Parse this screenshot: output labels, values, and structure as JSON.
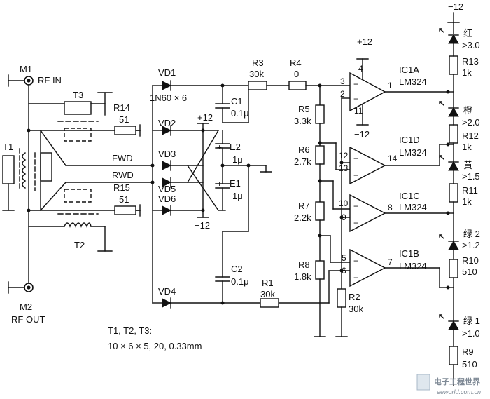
{
  "ports": {
    "m1": "M1",
    "rf_in": "RF IN",
    "m2": "M2",
    "rf_out": "RF OUT"
  },
  "transformers": {
    "t1": "T1",
    "t2": "T2",
    "t3": "T3"
  },
  "resistors": {
    "r14": {
      "name": "R14",
      "value": "51"
    },
    "r15": {
      "name": "R15",
      "value": "51"
    },
    "r3": {
      "name": "R3",
      "value": "30k"
    },
    "r4": {
      "name": "R4",
      "value": "0"
    },
    "r5": {
      "name": "R5",
      "value": "3.3k"
    },
    "r6": {
      "name": "R6",
      "value": "2.7k"
    },
    "r7": {
      "name": "R7",
      "value": "2.2k"
    },
    "r8": {
      "name": "R8",
      "value": "1.8k"
    },
    "r1": {
      "name": "R1",
      "value": "30k"
    },
    "r2": {
      "name": "R2",
      "value": "30k"
    },
    "r13": {
      "name": "R13",
      "value": "1k"
    },
    "r12": {
      "name": "R12",
      "value": "1k"
    },
    "r11": {
      "name": "R11",
      "value": "1k"
    },
    "r10": {
      "name": "R10",
      "value": "510"
    },
    "r9": {
      "name": "R9",
      "value": "510"
    }
  },
  "diodes": {
    "vd1": "VD1",
    "vd1_part": "1N60 × 6",
    "vd2": "VD2",
    "vd3": "VD3",
    "vd4": "VD4",
    "vd5": "VD5",
    "vd6": "VD6"
  },
  "capacitors": {
    "c1": {
      "name": "C1",
      "value": "0.1μ"
    },
    "c2": {
      "name": "C2",
      "value": "0.1μ"
    },
    "e1": {
      "name": "E1",
      "value": "1μ"
    },
    "e2": {
      "name": "E2",
      "value": "1μ"
    }
  },
  "nets": {
    "fwd": "FWD",
    "rwd": "RWD"
  },
  "supplies": {
    "plus12": "+12",
    "minus12": "−12"
  },
  "opamps": {
    "ic1a": {
      "name": "IC1A",
      "part": "LM324",
      "pins": {
        "in_p": "3",
        "in_n": "2",
        "out": "1",
        "vplus": "4",
        "vminus": "11"
      }
    },
    "ic1d": {
      "name": "IC1D",
      "part": "LM324",
      "pins": {
        "in_p": "12",
        "in_n": "13",
        "out": "14"
      }
    },
    "ic1c": {
      "name": "IC1C",
      "part": "LM324",
      "pins": {
        "in_p": "10",
        "in_n": "9",
        "out": "8"
      }
    },
    "ic1b": {
      "name": "IC1B",
      "part": "LM324",
      "pins": {
        "in_p": "5",
        "in_n": "6",
        "out": "7"
      }
    }
  },
  "leds": [
    {
      "color": "红",
      "threshold": ">3.0"
    },
    {
      "color": "橙",
      "threshold": ">2.0"
    },
    {
      "color": "黄",
      "threshold": ">1.5"
    },
    {
      "color": "绿 2",
      "threshold": ">1.2"
    },
    {
      "color": "绿 1",
      "threshold": ">1.0"
    }
  ],
  "note": {
    "line1": "T1, T2, T3:",
    "line2": "10 × 6 × 5, 20, 0.33mm"
  },
  "watermark": {
    "text": "电子工程世界",
    "url": "eeworld.com.cn"
  }
}
